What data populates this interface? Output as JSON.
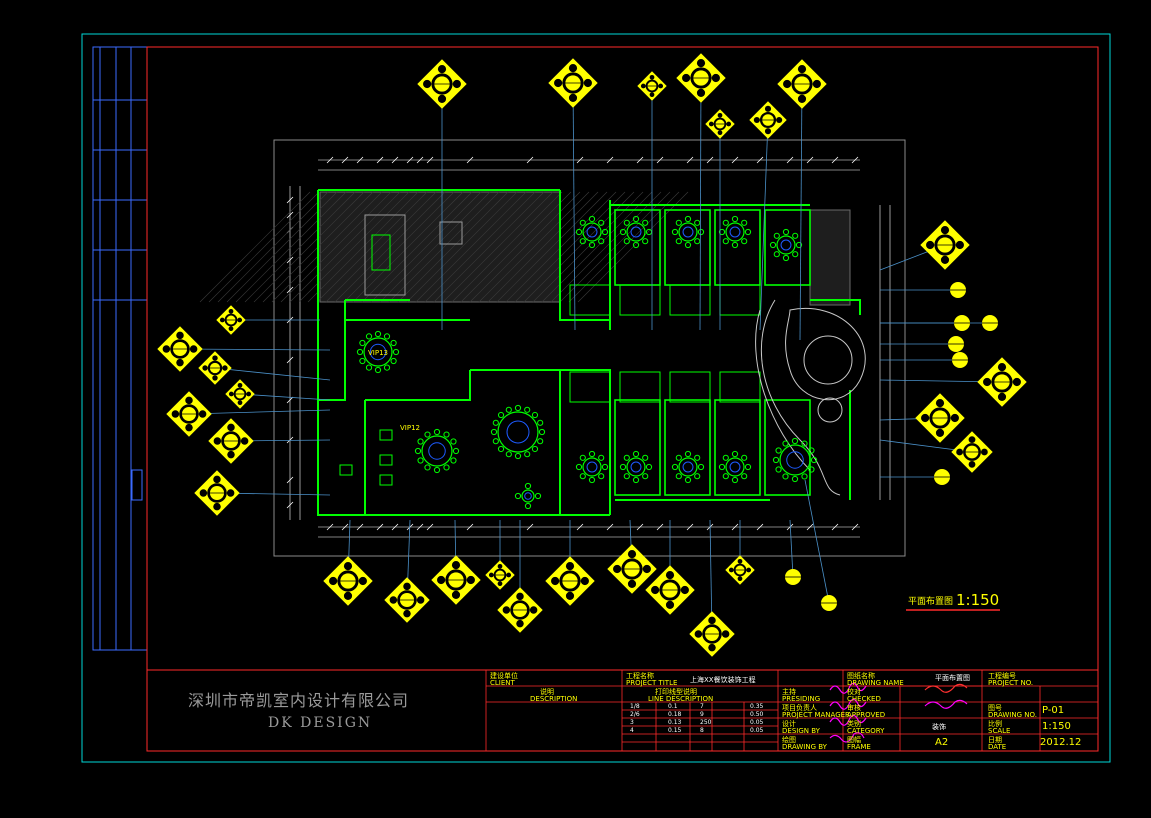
{
  "company": {
    "name_cn": "深圳市帝凯室内设计有限公司",
    "name_en": "DK    DESIGN"
  },
  "drawing": {
    "plan_title": "平面布置图",
    "plan_scale": "1:150",
    "room_labels": [
      "VIP13",
      "VIP12"
    ]
  },
  "title_block": {
    "client_cn": "建设单位",
    "client_en": "CLIENT",
    "project_cn": "工程名称",
    "project_en": "PROJECT TITLE",
    "project_value": "上海XX餐饮装饰工程",
    "description_cn": "说明",
    "description_en": "DESCRIPTION",
    "line_desc_cn": "打印线型说明",
    "line_desc_en": "LINE DESCRIPTION",
    "drawing_name_cn": "图纸名称",
    "drawing_name_en": "DRAWING NAME",
    "drawing_name_value": "平面布置图",
    "checked_cn": "校对",
    "checked_en": "CHECKED",
    "approved_cn": "审核",
    "approved_en": "APPROVED",
    "category_cn": "类别",
    "category_en": "CATEGORY",
    "category_value": "装饰",
    "frame_cn": "图幅",
    "frame_en": "FRAME",
    "frame_value": "A2",
    "presiding_cn": "主持",
    "presiding_en": "PRESIDING",
    "pm_cn": "项目负责人",
    "pm_en": "PROJECT MANAGER",
    "design_cn": "设计",
    "design_en": "DESIGN BY",
    "drawing_by_cn": "绘图",
    "drawing_by_en": "DRAWING BY",
    "project_no_cn": "工程编号",
    "project_no_en": "PROJECT NO.",
    "drawing_no_cn": "图号",
    "drawing_no_en": "DRAWING NO.",
    "drawing_no_value": "P-01",
    "scale_cn": "比例",
    "scale_en": "SCALE",
    "scale_value": "1:150",
    "date_cn": "日期",
    "date_en": "DATE",
    "date_value": "2012.12",
    "line_weights": [
      [
        "1/8",
        "0.1",
        "7",
        "0.35"
      ],
      [
        "2/6",
        "0.18",
        "9",
        "0.50"
      ],
      [
        "3",
        "0.13",
        "250",
        "0.05"
      ],
      [
        "4",
        "0.15",
        "8",
        "0.05"
      ]
    ]
  },
  "colors": {
    "background": "#000000",
    "outer_frame": "#00ffff",
    "inner_frame": "#ff0000",
    "walls": "#00ff00",
    "symbols": "#ffff00",
    "dimension_lines": "#ffffff",
    "leader_lines": "#4a90c8",
    "signatures": "#ff00ff"
  }
}
